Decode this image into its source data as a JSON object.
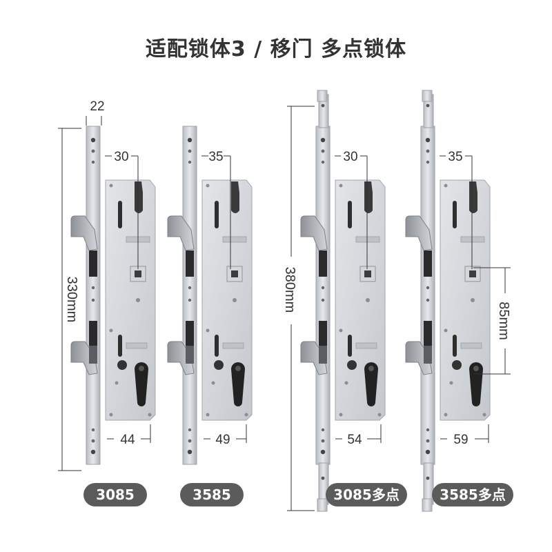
{
  "title": "适配锁体3 / 移门 多点锁体",
  "dimensions": {
    "faceplate_width": "22",
    "length_standard": "330mm",
    "length_multipoint": "380mm",
    "handle_to_cylinder": "85mm",
    "lock_a": {
      "top": "30",
      "bottom": "44"
    },
    "lock_b": {
      "top": "35",
      "bottom": "49"
    },
    "lock_c": {
      "top": "30",
      "bottom": "54"
    },
    "lock_d": {
      "top": "35",
      "bottom": "59"
    }
  },
  "models": [
    "3085",
    "3585",
    "3085多点",
    "3585多点"
  ],
  "colors": {
    "badge": "#5b5b5b",
    "steel": "#c9ccd1",
    "dark_steel": "#3a3a3a"
  }
}
